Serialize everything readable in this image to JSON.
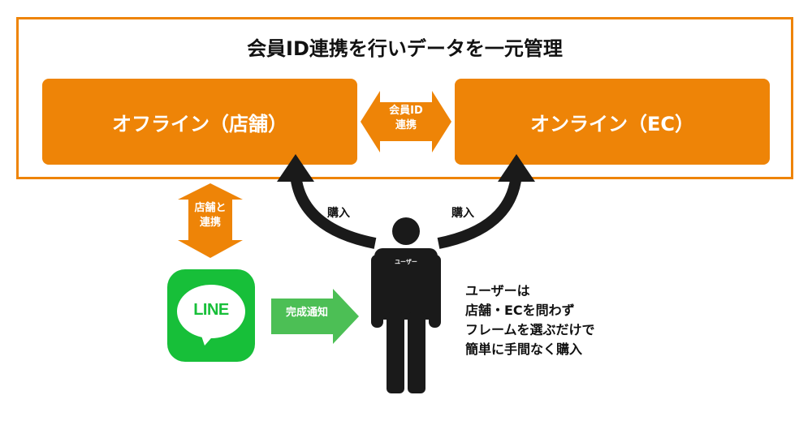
{
  "title": "会員ID連携を行いデータを一元管理",
  "offline_box": "オフライン（店舗）",
  "online_box": "オンライン（EC）",
  "id_link_arrow": [
    "会員ID",
    "連携"
  ],
  "store_link_arrow": [
    "店舗と",
    "連携"
  ],
  "completion_arrow": "完成通知",
  "purchase_left": "購入",
  "purchase_right": "購入",
  "line_icon_text": "LINE",
  "user_label": "ユーザー",
  "description": [
    "ユーザーは",
    "店舗・ECを問わず",
    "フレームを選ぶだけで",
    "簡単に手間なく購入"
  ],
  "colors": {
    "orange": "#ee8407",
    "green_arrow": "#4cbf55",
    "line_green": "#17bf39",
    "dark": "#1a1a1a"
  }
}
